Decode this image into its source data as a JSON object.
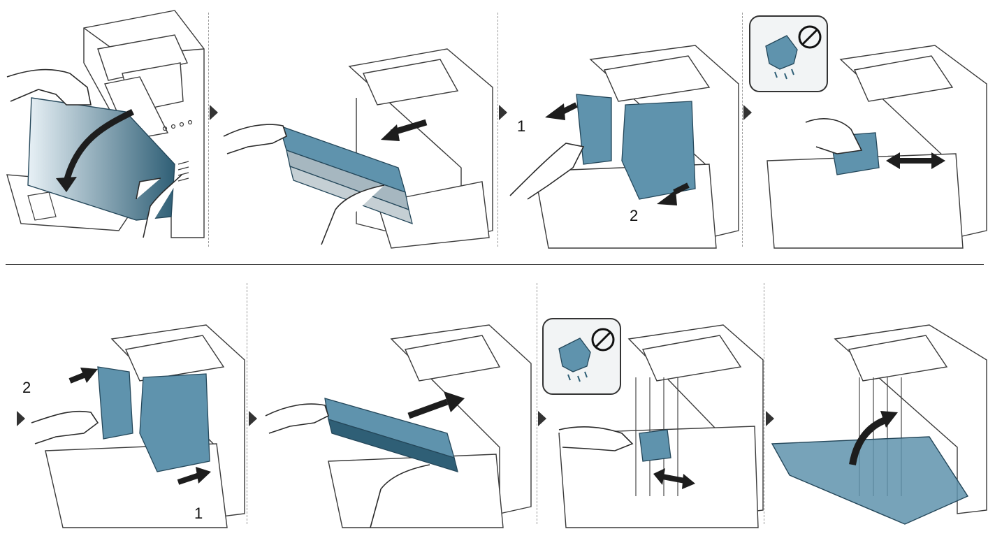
{
  "colors": {
    "toner_blue": "#5f93ad",
    "toner_dark": "#2f5f76",
    "line": "#3a3a3a",
    "paper": "#ffffff"
  },
  "icons": {
    "arrow_icon": "arrow",
    "no_water_icon": "no-water-prohibited",
    "hand_icon": "hand"
  },
  "labels": {
    "step1_remove": "1",
    "step2_remove": "2",
    "step1_insert": "1",
    "step2_insert": "2"
  }
}
